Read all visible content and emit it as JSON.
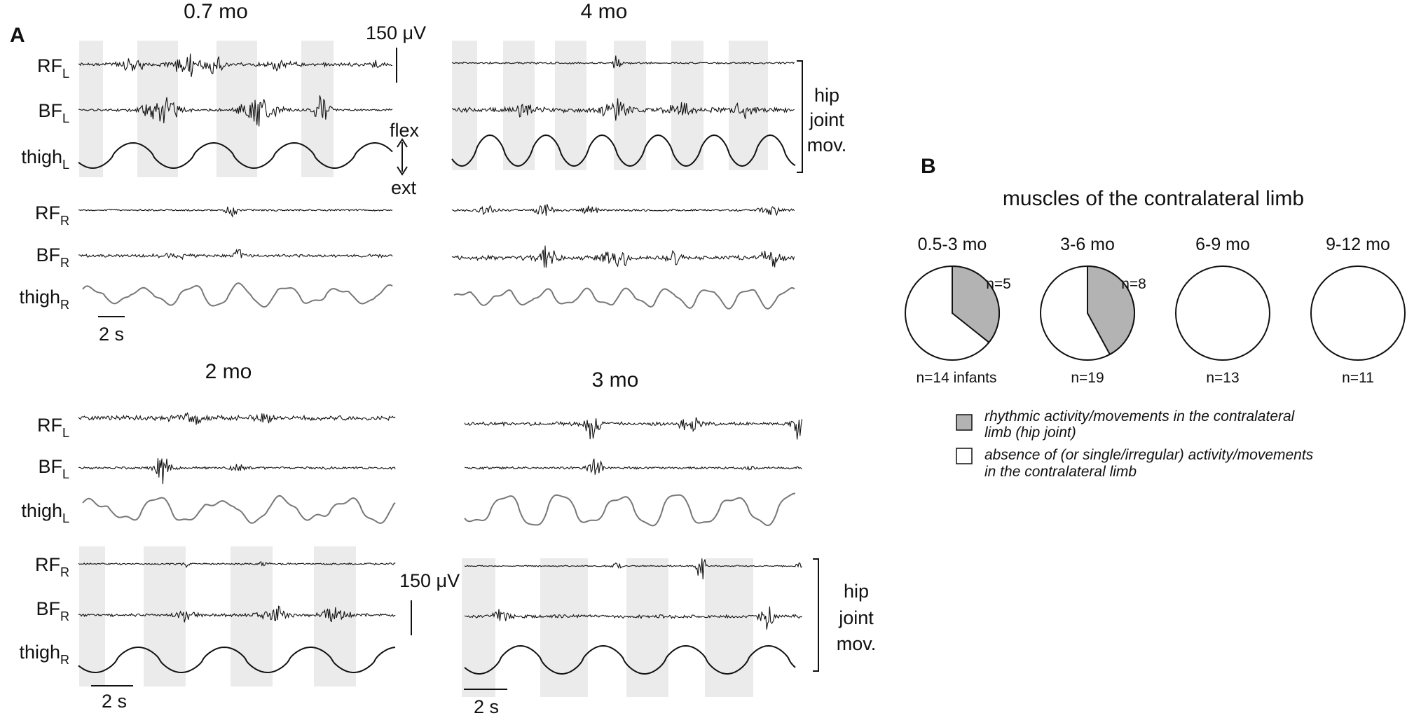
{
  "panel_a": {
    "letter": "A",
    "subpanels": [
      {
        "title": "0.7 mo",
        "rows": [
          {
            "base": "RF",
            "sub": "L"
          },
          {
            "base": "BF",
            "sub": "L"
          },
          {
            "base": "thigh",
            "sub": "L"
          },
          {
            "base": "RF",
            "sub": "R"
          },
          {
            "base": "BF",
            "sub": "R"
          },
          {
            "base": "thigh",
            "sub": "R"
          }
        ],
        "emg_scale": "150 μV",
        "flex_label": "flex",
        "ext_label": "ext",
        "time_scale": "2 s"
      },
      {
        "title": "4 mo",
        "rows": [
          {
            "base": "RF",
            "sub": "L"
          },
          {
            "base": "BF",
            "sub": "L"
          },
          {
            "base": "thigh",
            "sub": "L"
          },
          {
            "base": "RF",
            "sub": "R"
          },
          {
            "base": "BF",
            "sub": "R"
          },
          {
            "base": "thigh",
            "sub": "R"
          }
        ],
        "bracket_label": [
          "hip",
          "joint",
          "mov."
        ]
      },
      {
        "title": "2 mo",
        "rows": [
          {
            "base": "RF",
            "sub": "L"
          },
          {
            "base": "BF",
            "sub": "L"
          },
          {
            "base": "thigh",
            "sub": "L"
          },
          {
            "base": "RF",
            "sub": "R"
          },
          {
            "base": "BF",
            "sub": "R"
          },
          {
            "base": "thigh",
            "sub": "R"
          }
        ],
        "emg_scale": "150 μV",
        "time_scale": "2 s"
      },
      {
        "title": "3 mo",
        "bracket_label": [
          "hip",
          "joint",
          "mov."
        ],
        "time_scale": "2 s"
      }
    ]
  },
  "panel_b": {
    "letter": "B",
    "title": "muscles of the contralateral limb",
    "legend": [
      {
        "swatch": "#b3b3b3",
        "text": [
          "rhythmic activity/movements in the contralateral",
          "limb (hip joint)"
        ]
      },
      {
        "swatch": "#ffffff",
        "text": [
          "absence of (or single/irregular) activity/movements",
          "in the contralateral limb"
        ]
      }
    ]
  },
  "chart_data": [
    {
      "type": "pie",
      "title": "muscles of the contralateral limb",
      "series_names": [
        "rhythmic activity/movements in the contralateral limb (hip joint)",
        "absence of (or single/irregular) activity/movements in the contralateral limb"
      ],
      "colors": [
        "#b3b3b3",
        "#ffffff"
      ],
      "pies": [
        {
          "label": "0.5-3 mo",
          "total_label": "n=14 infants",
          "total": 14,
          "rhythmic": 5,
          "rhythmic_label": "n=5"
        },
        {
          "label": "3-6 mo",
          "total_label": "n=19",
          "total": 19,
          "rhythmic": 8,
          "rhythmic_label": "n=8"
        },
        {
          "label": "6-9 mo",
          "total_label": "n=13",
          "total": 13,
          "rhythmic": 0
        },
        {
          "label": "9-12 mo",
          "total_label": "n=11",
          "total": 11,
          "rhythmic": 0
        }
      ]
    }
  ]
}
